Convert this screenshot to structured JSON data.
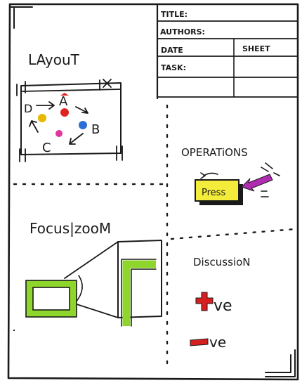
{
  "header": {
    "title_label": "TITLE:",
    "authors_label": "AUTHORS:",
    "date_label": "DATE",
    "sheet_label": "SHEET",
    "task_label": "TASK:"
  },
  "layout": {
    "heading": "LAyouT",
    "nodes": [
      {
        "label": "D",
        "color": "#e6b800"
      },
      {
        "label": "A",
        "color": "#e02424"
      },
      {
        "label": "C",
        "color": "#e0359a"
      },
      {
        "label": "B",
        "color": "#2b6fd6"
      }
    ]
  },
  "operations": {
    "heading": "OPERATiONS",
    "button_label": "Press",
    "button_color": "#f4ec3a",
    "pointer_color": "#b02cb0"
  },
  "focus_zoom": {
    "heading": "Focus|zooM",
    "frame_color": "#8fd62c"
  },
  "discussion": {
    "heading": "DiscussioN",
    "positive_text": "ve",
    "negative_text": "ve",
    "positive_color": "#d81f1f",
    "negative_color": "#d81f1f"
  }
}
